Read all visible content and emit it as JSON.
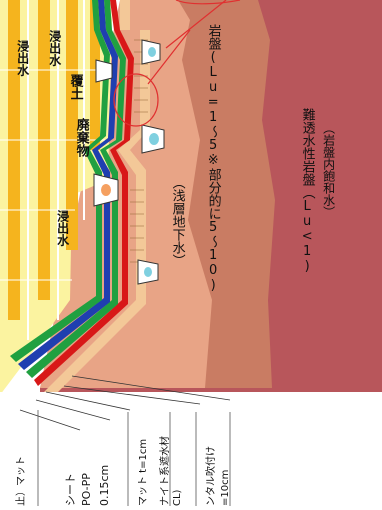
{
  "labels": {
    "leachate_1": "浸出水",
    "leachate_2": "浸出水",
    "leachate_3": "浸出水",
    "cover_soil": "覆土",
    "waste": "廃棄物",
    "shallow_groundwater": "（浅層地下水）",
    "bedrock": "岩盤(Lu=1～5※部分的に5～10)",
    "low_perm_rock": "難透水性岩盤（Lu<1)",
    "low_perm_rock_sub": "（岩盤内飽和水）"
  },
  "legend": {
    "item_1": "止）マット",
    "item_2": "シート",
    "item_3": "PO-PP",
    "item_4": "0.15cm",
    "item_5": "マット t=1cm",
    "item_6": "ナイト系遮水材",
    "item_7": "CL)",
    "item_8": "ンタル吹付け",
    "item_9": "=10cm"
  },
  "colors": {
    "landfill_yellow": "#fbf3a0",
    "waste_orange": "#f5b41e",
    "bedrock_salmon": "#e8a486",
    "bedrock_brown": "#c97c63",
    "low_perm_red": "#b8565b",
    "liner_blue": "#1f3fb0",
    "liner_green": "#20a040",
    "liner_red": "#d81818",
    "annotation_red": "#e03030"
  }
}
